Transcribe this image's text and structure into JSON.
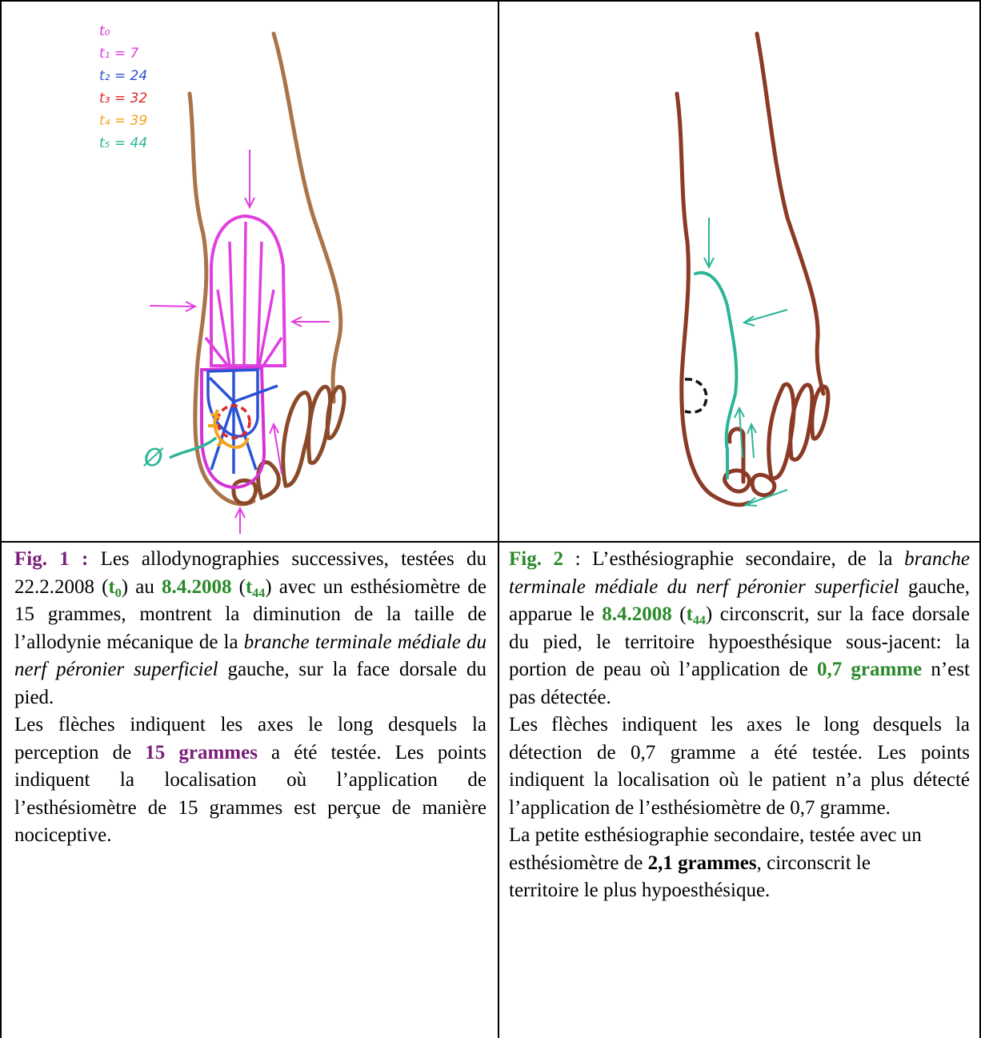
{
  "legend": {
    "t0": "t₀",
    "t1": "t₁ = 7",
    "t2": "t₂ = 24",
    "t3": "t₃ = 32",
    "t4": "t₄ = 39",
    "t5": "t₅ = 44",
    "phi": "Ø"
  },
  "colors": {
    "t0": "#d633d6",
    "t1": "#e040e0",
    "t2": "#2b52d6",
    "t3": "#e02828",
    "t4": "#f2a51f",
    "t5": "#2bb596",
    "skin_left": "#a9744a",
    "skin_right": "#8b3a25",
    "text_green": "#2a8a2a",
    "text_purple": "#7a1e7a"
  },
  "fig1": {
    "label": "Fig. 1 :",
    "s1": " Les allodynographies successives, testées du 22.2.2008 (",
    "t0_main": "t",
    "t0_sub": "0",
    "s2": ") au ",
    "date": "8.4.2008",
    "t44_main": "t",
    "t44_sub": "44",
    "s3": ") avec un esthésiomètre de 15 grammes, montrent la diminution de la taille de l’allodynie mécanique de la ",
    "italic": "branche terminale médiale du nerf péronier superficiel",
    "s4": " gauche, sur la face dorsale du pied.",
    "p2_a": "Les flèches indiquent les axes le long desquels la perception de ",
    "p2_bold": "15 grammes",
    "p2_b": " a été testée. Les points indiquent la localisation où l’application de l’esthésiomètre de 15 grammes est perçue de manière nociceptive."
  },
  "fig2": {
    "label": "Fig. 2",
    "s1": " : L’esthésiographie secondaire, de la ",
    "italic": "branche terminale médiale du nerf péronier superficiel",
    "s2": " gauche, apparue le ",
    "date": "8.4.2008",
    "t44_main": "t",
    "t44_sub": "44",
    "s3": " circonscrit, sur la face dorsale du pied, le territoire hypoesthésique sous-jacent: la portion de peau où l’application de ",
    "bold_green": "0,7 gramme",
    "s4": " n’est pas détectée.",
    "p2": "Les flèches indiquent les axes le long desquels la détection de 0,7 gramme a été testée. Les points indiquent la localisation où le patient n’a plus détecté l’application de l’esthésiomètre de 0,7 gramme.",
    "p3_a": "La petite esthésiographie secondaire, testée avec un esthésiomètre de ",
    "p3_bold": "2,1 grammes",
    "p3_b": ", circonscrit le territoire le plus hypoesthésique."
  }
}
